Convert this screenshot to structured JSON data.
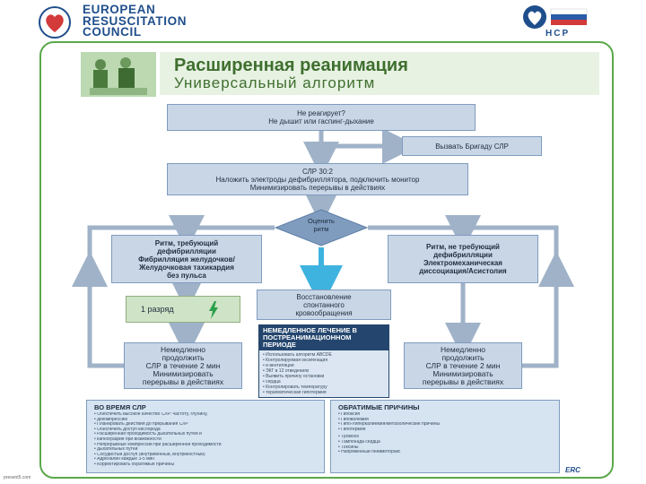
{
  "header": {
    "org_line1": "EUROPEAN",
    "org_line2": "RESUSCITATION",
    "org_line3": "COUNCIL",
    "right_logo_text": "НСР"
  },
  "title": "Расширенная реанимация",
  "subtitle": "Универсальный алгоритм",
  "flow": {
    "question_line1": "Не реагирует?",
    "question_line2": "Не дышит или гаспинг-дыхание",
    "call_team": "Вызвать Бригаду СЛР",
    "cpr_line1": "СЛР 30:2",
    "cpr_line2": "Наложить электроды дефибриллятора, подключить монитор",
    "cpr_line3": "Минимизировать перерывы в действиях",
    "assess_line1": "Оценить",
    "assess_line2": "ритм",
    "shockable_line1": "Ритм, требующий",
    "shockable_line2": "дефибрилляции",
    "shockable_line3": "Фибрилляция желудочков/",
    "shockable_line4": "Желудочковая тахикардия",
    "shockable_line5": "без пульса",
    "nonshockable_line1": "Ритм, не требующий",
    "nonshockable_line2": "дефибрилляции",
    "nonshockable_line3": "Электромеханическая",
    "nonshockable_line4": "диссоциация/Асистолия",
    "one_shock": "1 разряд",
    "rosc_line1": "Восстановление",
    "rosc_line2": "спонтанного",
    "rosc_line3": "кровообращения",
    "continue_line1": "Немедленно",
    "continue_line2": "продолжить",
    "continue_line3": "СЛР в течение 2 мин",
    "continue_line4": "Минимизировать",
    "continue_line5": "перерывы в действиях"
  },
  "post_resuscitation": {
    "heading_line1": "НЕМЕДЛЕННОЕ ЛЕЧЕНИЕ В",
    "heading_line2": "ПОСТРЕАНИМАЦИОННОМ",
    "heading_line3": "ПЕРИОДЕ",
    "items": [
      "Использовать алгоритм ABCDE",
      "Контролируемая оксигенация",
      "и вентиляция",
      "ЭКГ в 12 отведениях",
      "Выявить причину остановки",
      "сердца",
      "Контролировать температуру",
      "терапевтическая гипотермия"
    ]
  },
  "during_cpr": {
    "heading": "ВО ВРЕМЯ СЛР",
    "items": [
      "Обеспечить высокое качество СЛР: частоту, глубину,",
      "декомпрессию",
      "Планировать действия до прерывания СЛР",
      "Обеспечить доступ кислорода",
      "Расширенная проходимость дыхательных путей и",
      "капнография при возможности",
      "Непрерывные компрессии при расширенной проходимости",
      "дыхательных путей",
      "Сосудистый доступ (внутривенный, внутрикостный)",
      "Адреналин каждые 3-5 мин",
      "Корректировать обратимые причины"
    ]
  },
  "reversible_causes": {
    "heading": "ОБРАТИМЫЕ ПРИЧИНЫ",
    "items": [
      "Гипоксия",
      "Гиповолемия",
      "Гипо-/гиперкалиемия/метаболические причины",
      "Гипотермия",
      "Тромбоз",
      "Тампонада сердца",
      "Токсины",
      "Напряженный пневмоторакс"
    ]
  },
  "footer_mark": "ERC",
  "source_mark": "present5.com",
  "colors": {
    "frame_green": "#5aa84a",
    "title_green": "#3f6f2f",
    "box_blue": "#c9d6e6",
    "dark_blue": "#24466e",
    "arrow_cyan": "#3fb3df",
    "shock_green": "#2aa14a"
  }
}
